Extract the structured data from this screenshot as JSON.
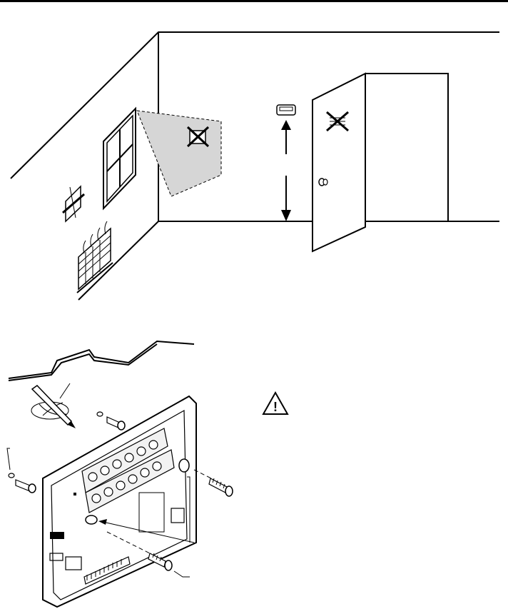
{
  "page": {
    "figures": [
      {
        "id": "thermostat-location",
        "icons": [
          "window-icon",
          "sun-shade",
          "thermostat-icon",
          "up-arrow",
          "down-arrow",
          "door-icon",
          "crossed-x-icon",
          "vent-icon",
          "heater-icon"
        ]
      },
      {
        "id": "wallplate-mounting",
        "icons": [
          "wallplate",
          "pencil-icon",
          "wall-anchor",
          "mounting-screw",
          "warning-icon"
        ]
      }
    ],
    "warning": {
      "icon": "warning-triangle-icon",
      "symbol": "!"
    }
  }
}
